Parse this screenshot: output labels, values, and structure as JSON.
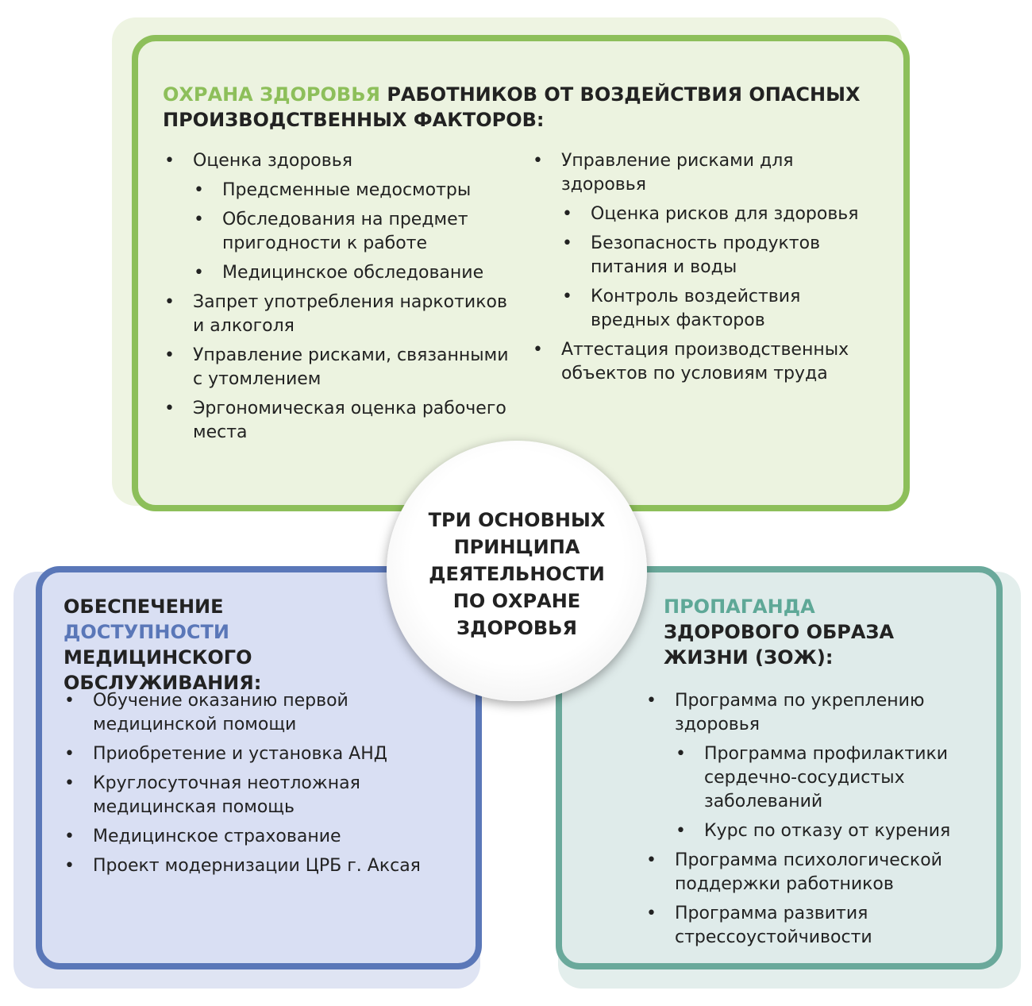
{
  "center": {
    "label": "ТРИ ОСНОВНЫХ ПРИНЦИПА ДЕЯТЕЛЬНОСТИ ПО ОХРАНЕ ЗДОРОВЬЯ"
  },
  "top": {
    "title_highlight": "ОХРАНА ЗДОРОВЬЯ",
    "title_rest": " РАБОТНИКОВ ОТ ВОЗДЕЙСТВИЯ ОПАСНЫХ ПРОИЗВОДСТВЕННЫХ ФАКТОРОВ:",
    "left_items": [
      {
        "text": "Оценка здоровья",
        "sub": [
          "Предсменные медосмотры",
          "Обследования на предмет пригодности к работе",
          "Медицинское обследование"
        ]
      },
      {
        "text": "Запрет употребления наркотиков и алкоголя"
      },
      {
        "text": "Управление рисками, связанными с утомлением"
      },
      {
        "text": "Эргономическая оценка рабочего места"
      }
    ],
    "right_items": [
      {
        "text": "Управление рисками для здоровья",
        "sub": [
          "Оценка рисков для здоровья",
          "Безопасность продуктов питания и воды",
          "Контроль воздействия вредных факторов"
        ]
      },
      {
        "text": "Аттестация производственных объектов по условиям труда"
      }
    ]
  },
  "left": {
    "title_start": "ОБЕСПЕЧЕНИЕ ",
    "title_highlight": "ДОСТУПНОСТИ",
    "title_rest": " МЕДИЦИНСКОГО ОБСЛУЖИВАНИЯ:",
    "items": [
      "Обучение оказанию первой медицинской помощи",
      "Приобретение и установка АНД",
      "Круглосуточная неотложная медицинская помощь",
      "Медицинское страхование",
      "Проект модернизации ЦРБ г. Аксая"
    ]
  },
  "right": {
    "title_highlight": "ПРОПАГАНДА",
    "title_rest": " ЗДОРОВОГО ОБРАЗА ЖИЗНИ (ЗОЖ):",
    "items": [
      {
        "text": "Программа по укреплению здоровья",
        "sub": [
          "Программа профилактики сердечно-сосудистых заболеваний",
          "Курс по отказу от курения"
        ]
      },
      {
        "text": "Программа психологической поддержки работников"
      },
      {
        "text": "Программа развития стрессоустойчивости"
      }
    ]
  },
  "colors": {
    "green": "#8dbf5a",
    "blue": "#5a77b8",
    "teal": "#6aa99b"
  }
}
